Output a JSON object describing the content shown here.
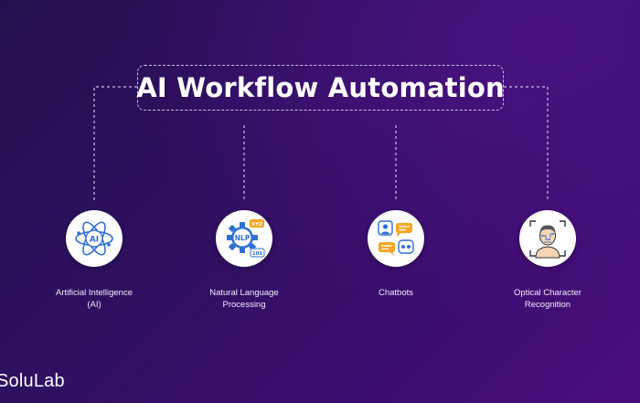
{
  "title": "AI Workflow Automation",
  "nodes": [
    {
      "label_line1": "Artificial Intelligence",
      "label_line2": "(AI)",
      "icon": "ai-atom-icon",
      "icon_text": "AI"
    },
    {
      "label_line1": "Natural Language",
      "label_line2": "Processing",
      "icon": "nlp-gear-icon",
      "icon_text": "NLP",
      "icon_badge_top": "XYZ",
      "icon_badge_bottom": "101"
    },
    {
      "label_line1": "Chatbots",
      "label_line2": "",
      "icon": "chatbot-icon"
    },
    {
      "label_line1": "Optical Character",
      "label_line2": "Recognition",
      "icon": "face-scan-icon"
    }
  ],
  "logo": "SoluLab",
  "colors": {
    "accent_orange": "#f5a623",
    "accent_blue": "#2f6fd8",
    "connector": "#c9bfe0"
  }
}
